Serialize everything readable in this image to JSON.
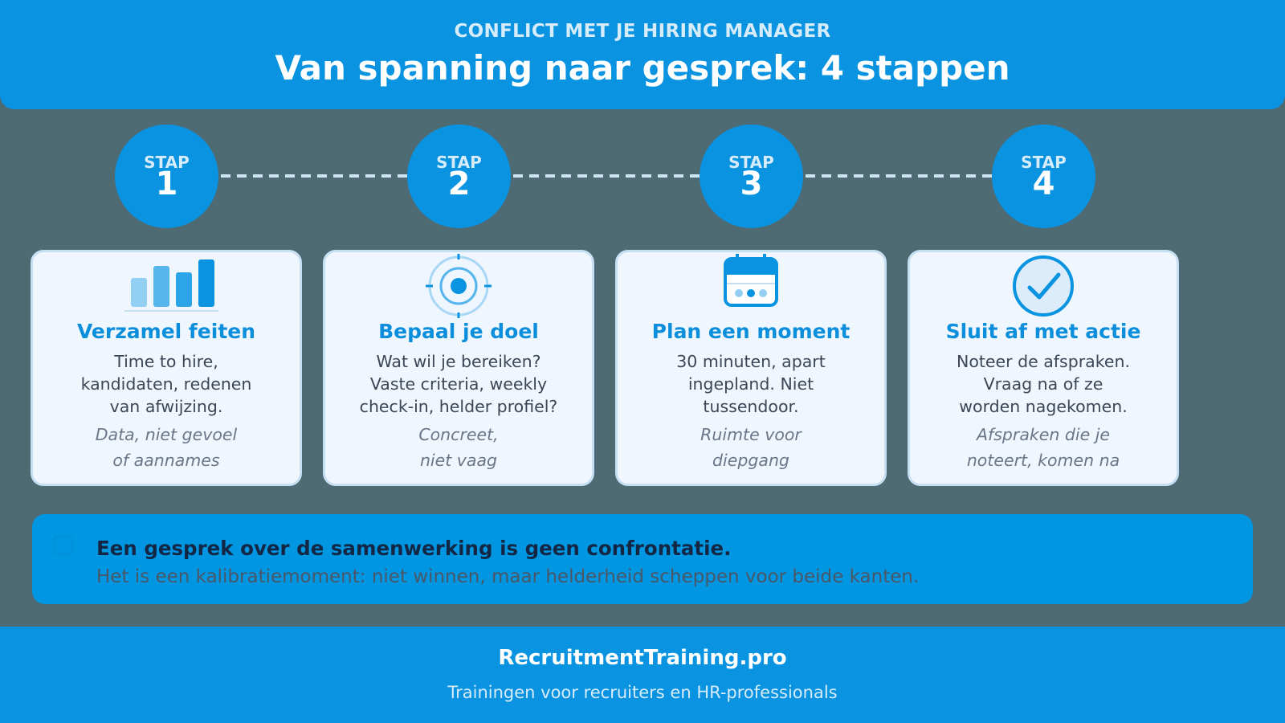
{
  "header": {
    "eyebrow": "CONFLICT MET JE HIRING MANAGER",
    "title": "Van spanning naar gesprek: 4 stappen"
  },
  "steps": [
    {
      "stap_label": "STAP",
      "number": "1",
      "icon": "bar-chart-icon",
      "title": "Verzamel feiten",
      "body": "Time to hire,\nkandidaten, redenen\nvan afwijzing.",
      "note": "Data, niet gevoel\nof aannames"
    },
    {
      "stap_label": "STAP",
      "number": "2",
      "icon": "target-icon",
      "title": "Bepaal je doel",
      "body": "Wat wil je bereiken?\nVaste criteria, weekly\ncheck-in, helder profiel?",
      "note": "Concreet,\nniet vaag"
    },
    {
      "stap_label": "STAP",
      "number": "3",
      "icon": "calendar-icon",
      "title": "Plan een moment",
      "body": "30 minuten, apart\ningepland. Niet\ntussendoor.",
      "note": "Ruimte voor\ndiepgang"
    },
    {
      "stap_label": "STAP",
      "number": "4",
      "icon": "check-circle-icon",
      "title": "Sluit af met actie",
      "body": "Noteer de afspraken.\nVraag na of ze\nworden nagekomen.",
      "note": "Afspraken die je\nnoteert, komen na"
    }
  ],
  "callout": {
    "icon": "missing-glyph-icon",
    "headline": "Een gesprek over de samenwerking is geen confrontatie.",
    "sub": "Het is een kalibratiemoment: niet winnen, maar helderheid scheppen voor beide kanten."
  },
  "footer": {
    "brand": "RecruitmentTraining.pro",
    "tagline": "Trainingen voor recruiters en HR-professionals"
  },
  "colors": {
    "background": "#4e6a73",
    "primary_blue": "#0993e0",
    "callout_blue": "#0096e1",
    "card_bg": "#eff6fd",
    "card_border": "#c7dff3",
    "title_blue": "#0b8fdc",
    "body_text": "#3d4656",
    "note_text": "#6b7588"
  }
}
